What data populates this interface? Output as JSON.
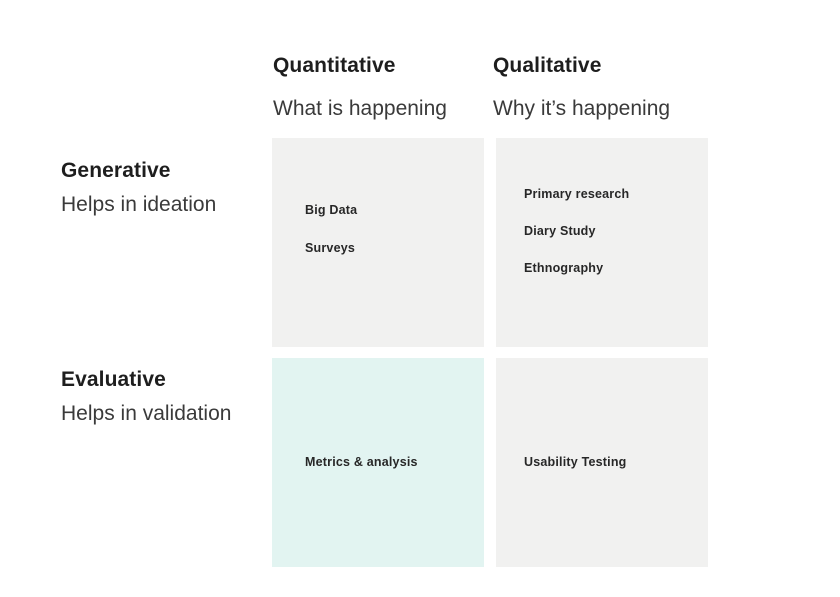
{
  "matrix": {
    "columns": [
      {
        "title": "Quantitative",
        "subtitle": "What is happening"
      },
      {
        "title": "Qualitative",
        "subtitle": "Why it’s happening"
      }
    ],
    "rows": [
      {
        "title": "Generative",
        "subtitle": "Helps in ideation"
      },
      {
        "title": "Evaluative",
        "subtitle": "Helps in validation"
      }
    ],
    "cells": [
      {
        "row": "Generative",
        "column": "Quantitative",
        "bg": "#f1f1f0",
        "items": [
          "Big Data",
          "Surveys"
        ]
      },
      {
        "row": "Generative",
        "column": "Qualitative",
        "bg": "#f1f1f0",
        "items": [
          "Primary research",
          "Diary Study",
          "Ethnography"
        ]
      },
      {
        "row": "Evaluative",
        "column": "Quantitative",
        "bg": "#e2f4f1",
        "items": [
          "Metrics & analysis"
        ]
      },
      {
        "row": "Evaluative",
        "column": "Qualitative",
        "bg": "#f1f1f0",
        "items": [
          "Usability Testing"
        ]
      }
    ]
  },
  "colors": {
    "background": "#ffffff",
    "cell_default": "#f1f1f0",
    "cell_highlight": "#e2f4f1",
    "title_text": "#1e1e1e",
    "subtitle_text": "#3a3a3a",
    "item_text": "#272727"
  }
}
